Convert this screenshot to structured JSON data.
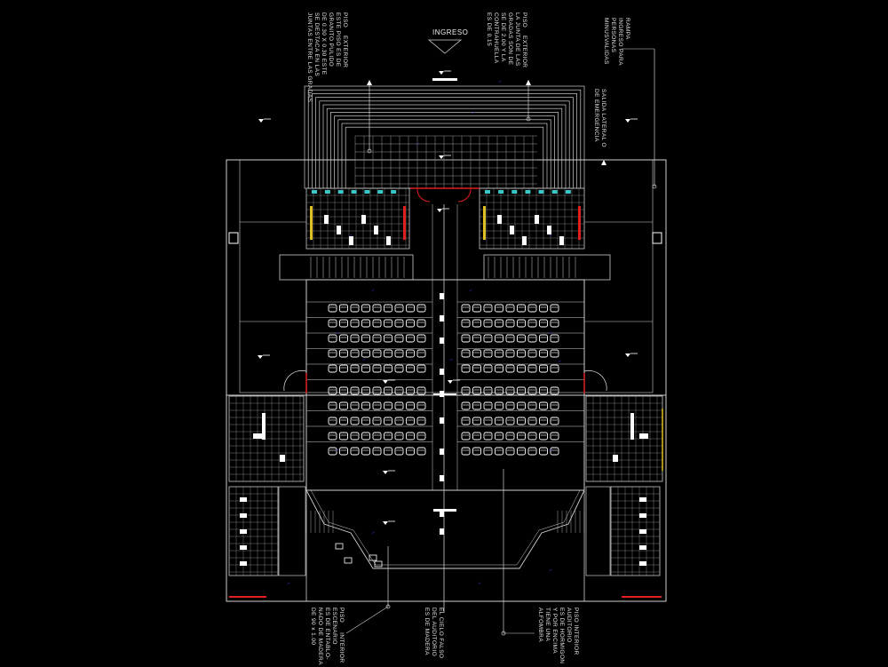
{
  "drawing": {
    "entrance_label": "INGRESO",
    "notes": {
      "piso_exterior_1": "PISO    EXTERIOR\nESTE PISO ES DE\nGRANITO PULIDO\nDE 0.30 X 0.30 ESTE\nSE DESTACA EN LAS\nJUNTAS ENTRE LAS GRADAS",
      "piso_exterior_2": "PISO    EXTERIOR\nLA JUNTA DE LAS\nGRADAS SON DE\nSE DE 2.00 Y LA\nCONTRAHUELLA\nES DE 0.15",
      "rampa": "RAMPA\nINGRESO PARA\nPERSONAS\nMINUSVALIDAS",
      "salida": "SALIDA LATERAL O\nDE EMERGENCIA",
      "piso_interior_escenario": "PISO     INTERIOR\nESCENARIO\nES DE ENTABLO-\nNADO DE MADERA\nDE 90 x 1.00",
      "cielo_falso": "EL CIELO FALSO\nDEL AUDITORIO\nES DE MADERA",
      "piso_interior_auditorio": "PISO INTERIOR\nAUDITORIO\nES DE HORMIGON\nY POR ENCIMA\nTIENE UNA\nALFOMBRA"
    },
    "colors": {
      "lines": "#cfcfcf",
      "fill_white": "#ffffff",
      "accent_red": "#e02020",
      "accent_blue": "#2f3fd8",
      "accent_cyan": "#39c7c7",
      "accent_yellow": "#e0c020",
      "grid": "#9a9a9a"
    },
    "seating": {
      "blocks": 2,
      "rows_front": 5,
      "rows_back": 5,
      "seats_per_row": 9
    }
  }
}
